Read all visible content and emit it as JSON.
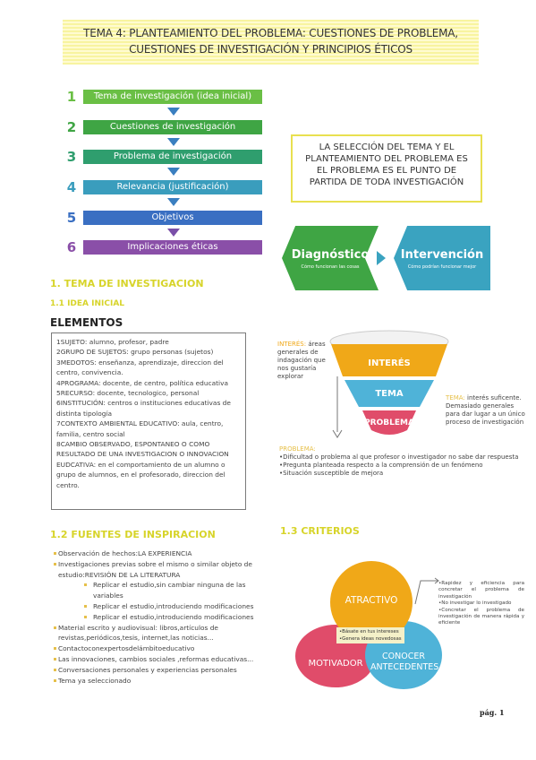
{
  "title": "TEMA 4: PLANTEAMIENTO DEL PROBLEMA: CUESTIONES DE PROBLEMA, CUESTIONES DE INVESTIGACIÓN Y PRINCIPIOS ÉTICOS",
  "steps": [
    {
      "num": "1",
      "label": "Tema de investigación (idea inicial)",
      "color": "#6abf45"
    },
    {
      "num": "2",
      "label": "Cuestiones de investigación",
      "color": "#3fa544"
    },
    {
      "num": "3",
      "label": "Problema de investigación",
      "color": "#2f9e6e"
    },
    {
      "num": "4",
      "label": "Relevancia (justificación)",
      "color": "#3a9dbd"
    },
    {
      "num": "5",
      "label": "Objetivos",
      "color": "#3a6fc2"
    },
    {
      "num": "6",
      "label": "Implicaciones éticas",
      "color": "#8a4fa8"
    }
  ],
  "quote": "LA SELECCIÓN DEL TEMA Y EL PLANTEAMIENTO DEL PROBLEMA ES EL PROBLEMA ES EL PUNTO DE PARTIDA DE TODA INVESTIGACIÓN",
  "diagnostico": {
    "title": "Diagnóstico",
    "sub": "Cómo funcionan las cosas",
    "color": "#3fa544"
  },
  "intervencion": {
    "title": "Intervención",
    "sub": "Cómo podrían funcionar mejor",
    "color": "#3aa3c0"
  },
  "sec1": {
    "title": "1. TEMA DE INVESTIGACION",
    "sub": "1.1 IDEA INICIAL"
  },
  "elementos": {
    "heading": "ELEMENTOS",
    "items": [
      "1SUJETO: alumno, profesor, padre",
      "2GRUPO DE SUJETOS: grupo personas (sujetos)",
      "3MEDOTOS: enseñanza, aprendizaje, direccion del centro, convivencia.",
      "4PROGRAMA: docente, de centro, política educativa",
      "5RECURSO: docente, tecnologico, personal",
      "6INSTITUCIÓN: centros o instituciones educativas de distinta tipología",
      "7CONTEXTO AMBIENTAL EDUCATIVO: aula, centro, familia, centro social",
      "8CAMBIO OBSERVADO, ESPONTANEO O COMO RESULTADO DE UNA INVESTIGACION O INNOVACION EUDCATIVA: en el comportamiento de un alumno o grupo de alumnos, en el profesorado, direccion del centro."
    ]
  },
  "funnel": {
    "interes_label": "INTERÉS",
    "tema_label": "TEMA",
    "problema_label": "PROBLEMA",
    "interes_text_key": "INTERÉS:",
    "interes_text": "áreas generales de indagación que nos gustaría explorar",
    "tema_text_key": "TEMA:",
    "tema_text": "interés suficente. Demasiado generales para dar lugar a un único proceso de investigación",
    "problema_key": "PROBLEMA:",
    "problema_items": [
      "•Dificultad o problema al que profesor o investigador no sabe dar respuesta",
      "•Pregunta planteada respecto a la comprensión de un fenómeno",
      "•Situación susceptible de mejora"
    ]
  },
  "sec12": {
    "title": "1.2 FUENTES DE INSPIRACION"
  },
  "fuentes": {
    "items": [
      {
        "t": "Observación de hechos:LA EXPERIENCIA",
        "sub": false
      },
      {
        "t": "Investigaciones previas sobre el mismo o similar objeto de estudio:REVISIÓN DE LA LITERATURA",
        "sub": false
      },
      {
        "t": "Replicar el estudio,sin cambiar ninguna de las variables",
        "sub": true
      },
      {
        "t": "Replicar el estudio,introduciendo modificaciones",
        "sub": true
      },
      {
        "t": "Replicar el estudio,introduciendo modificaciones",
        "sub": true
      },
      {
        "t": "Material escrito y audiovisual: libros,artículos de revistas,periódicos,tesis, internet,las noticias...",
        "sub": false
      },
      {
        "t": "Contactoconexpertosdelámbitoeducativo",
        "sub": false
      },
      {
        "t": "Las innovaciones, cambios sociales ,reformas educativas...",
        "sub": false
      },
      {
        "t": "Conversaciones personales y experiencias personales",
        "sub": false
      },
      {
        "t": "Tema ya seleccionado",
        "sub": false
      }
    ]
  },
  "sec13": {
    "title": "1.3 CRITERIOS"
  },
  "criterios": {
    "atractivo": "ATRACTIVO",
    "motivador": "MOTIVADOR",
    "conocer": "CONOCER ANTECEDENTES",
    "inner": [
      "•Básate en tus intereses",
      "•Genera ideas novedosas"
    ],
    "list": [
      "•Rapidez y eficiencia para concretar el problema de investigación",
      "•No investigar lo investigado",
      "•Concretar el problema de investigación de manera rápida y eficiente"
    ]
  },
  "page": "pág. 1"
}
